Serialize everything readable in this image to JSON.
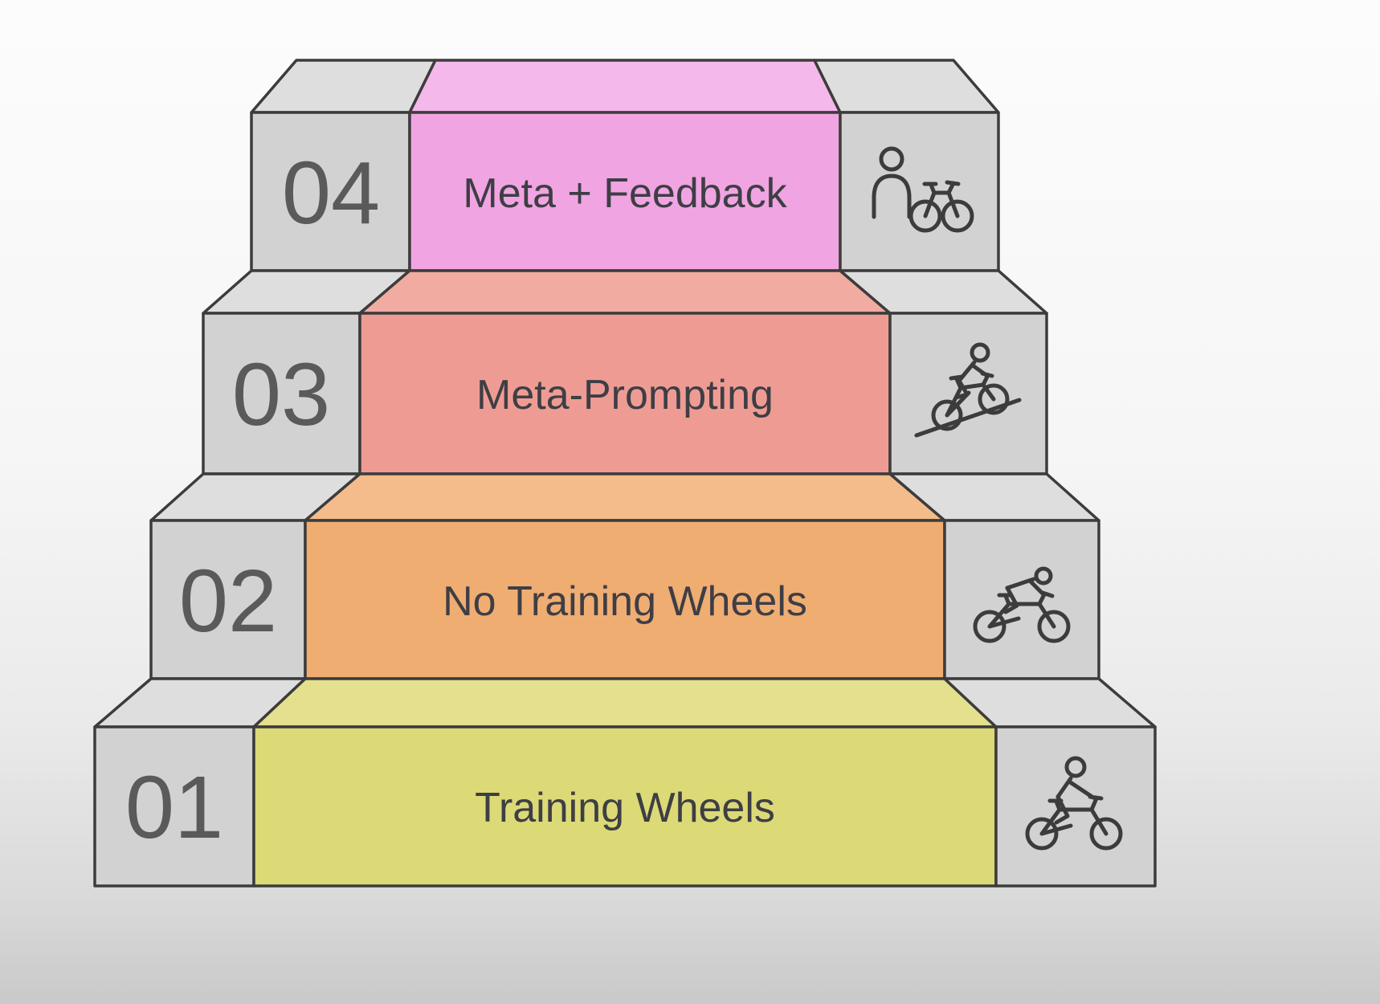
{
  "steps": [
    {
      "number": "04",
      "label": "Meta + Feedback",
      "icon": "person-with-bicycle-icon"
    },
    {
      "number": "03",
      "label": "Meta-Prompting",
      "icon": "cyclist-riding-uphill-icon"
    },
    {
      "number": "02",
      "label": "No Training Wheels",
      "icon": "cyclist-leaning-forward-icon"
    },
    {
      "number": "01",
      "label": "Training Wheels",
      "icon": "cyclist-upright-icon"
    }
  ],
  "colors": {
    "outline": "#3c3c3c",
    "gray-front": "#d2d2d2",
    "gray-top": "#dedede",
    "step4-front": "#f1a4e2",
    "step4-top": "#f5b8ea",
    "step3-front": "#ee9c93",
    "step3-top": "#f2aba1",
    "step2-front": "#f0ad72",
    "step2-top": "#f4bc8a",
    "step1-front": "#dcd977",
    "step1-top": "#e4e08d",
    "text-number": "#5a5a5a",
    "text-label": "#3e3e45",
    "bg-top": "#fcfcfc",
    "bg-bottom": "#c9c9c9"
  }
}
